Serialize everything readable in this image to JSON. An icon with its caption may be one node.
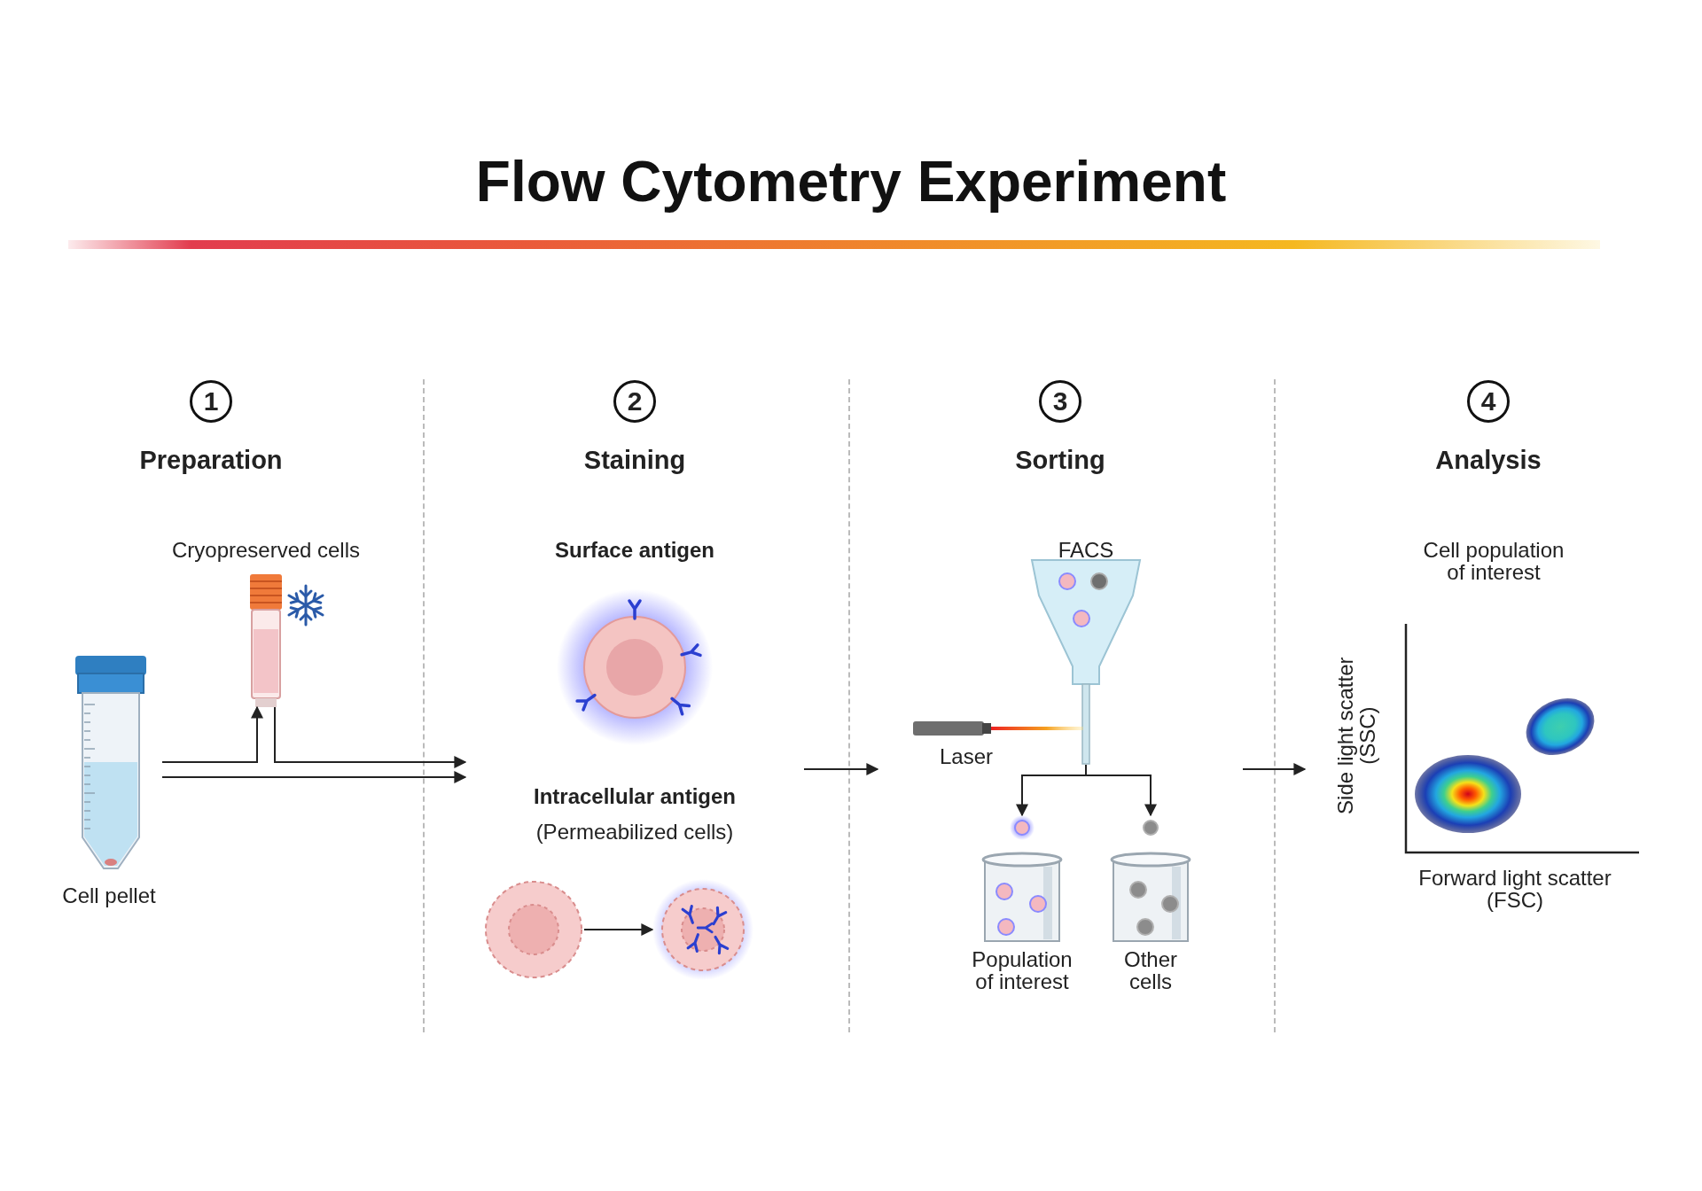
{
  "diagram": {
    "title": "Flow Cytometry Experiment",
    "nodes": [
      {
        "text": [
          "Preparation"
        ]
      },
      {
        "text": [
          "1"
        ],
        "in": 0
      },
      {
        "text": [
          "Cell pellet"
        ],
        "in": 0
      },
      {
        "text": [
          "Cryopreserved cells"
        ],
        "in": 0
      },
      {
        "text": [
          "Staining"
        ]
      },
      {
        "text": [
          "2"
        ],
        "in": 4
      },
      {
        "text": [
          "Surface antigen"
        ],
        "in": 4
      },
      {
        "text": [],
        "shape": "picture",
        "in": 4
      },
      {
        "text": [],
        "shape": "picture",
        "in": 4
      },
      {
        "text": [
          "Sorting"
        ]
      },
      {
        "text": [
          "3"
        ],
        "in": 9
      },
      {
        "text": [
          "FACS"
        ],
        "in": 9
      },
      {
        "text": [
          "Laser"
        ],
        "in": 9
      },
      {
        "text": [
          "Population of interest"
        ],
        "in": 9
      },
      {
        "text": [
          "Other cells"
        ],
        "in": 9
      },
      {
        "text": [
          "Analysis"
        ]
      },
      {
        "text": [
          "4"
        ],
        "in": 15
      },
      {
        "text": [
          "Cell population of interest"
        ],
        "in": 15
      }
    ],
    "edges": [
      {
        "from": 2,
        "to": 3,
        "arrow": "to"
      },
      {
        "from": 3,
        "to": 4,
        "arrow": "to"
      },
      {
        "from": 2,
        "to": 4,
        "arrow": "to"
      },
      {
        "from": 7,
        "to": 8,
        "arrow": "to"
      },
      {
        "from": 4,
        "to": 9,
        "arrow": "to"
      },
      {
        "from": 11,
        "to": 13,
        "arrow": "to"
      },
      {
        "from": 11,
        "to": 14,
        "arrow": "to"
      },
      {
        "from": 9,
        "to": 15,
        "arrow": "to"
      }
    ],
    "labels": [
      "Intracellular antigen",
      "(Permeabilized cells)",
      "Side light scatter (SSC)",
      "Forward light scatter (FSC)"
    ]
  }
}
